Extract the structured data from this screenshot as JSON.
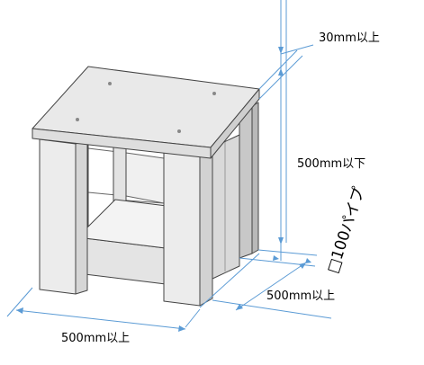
{
  "dimensions": {
    "top_gap": "30mm以上",
    "height": "500mm以下",
    "depth": "500mm以上",
    "width": "500mm以上",
    "pipe": "□100パイプ"
  },
  "colors": {
    "dimension_line": "#5b9bd5",
    "outline": "#444444",
    "face_light": "#ededed",
    "face_mid": "#dcdcdc",
    "face_dark": "#c8c8c8"
  }
}
